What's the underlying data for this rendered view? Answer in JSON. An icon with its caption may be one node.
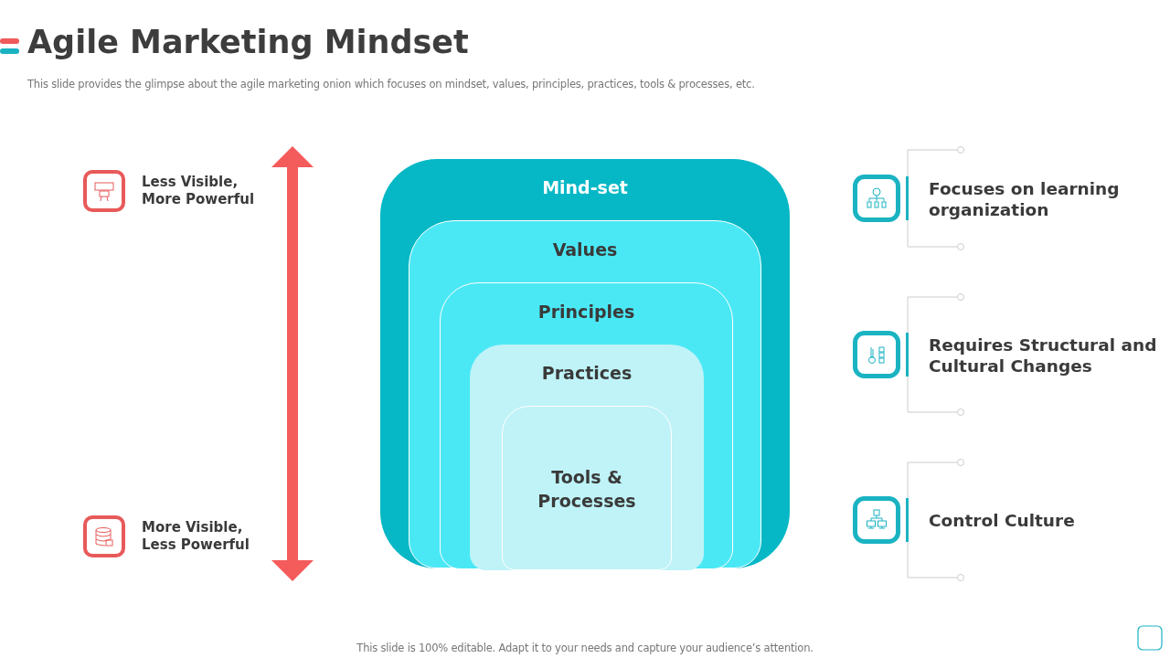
{
  "diagram": {
    "title": "Agile Marketing Mindset",
    "nodes": [
      {
        "text": [
          "Mind-set"
        ]
      },
      {
        "text": [
          "Values"
        ],
        "in": 0
      },
      {
        "text": [
          "Principles"
        ],
        "in": 1
      },
      {
        "text": [
          "Practices"
        ],
        "in": 2
      },
      {
        "text": [
          "Tools & Processes"
        ],
        "in": 3
      }
    ],
    "edges": [],
    "labels": [
      "This slide provides the glimpse about the agile marketing onion which focuses on mindset, values, principles, practices, tools & processes, etc.",
      "Less Visible, More Powerful",
      "Focuses on learning organization",
      "Requires Structural and Cultural Changes",
      "More Visible, Less Powerful",
      "Control Culture",
      "This slide is 100% editable. Adapt it to your needs and capture your audience’s attention."
    ]
  }
}
